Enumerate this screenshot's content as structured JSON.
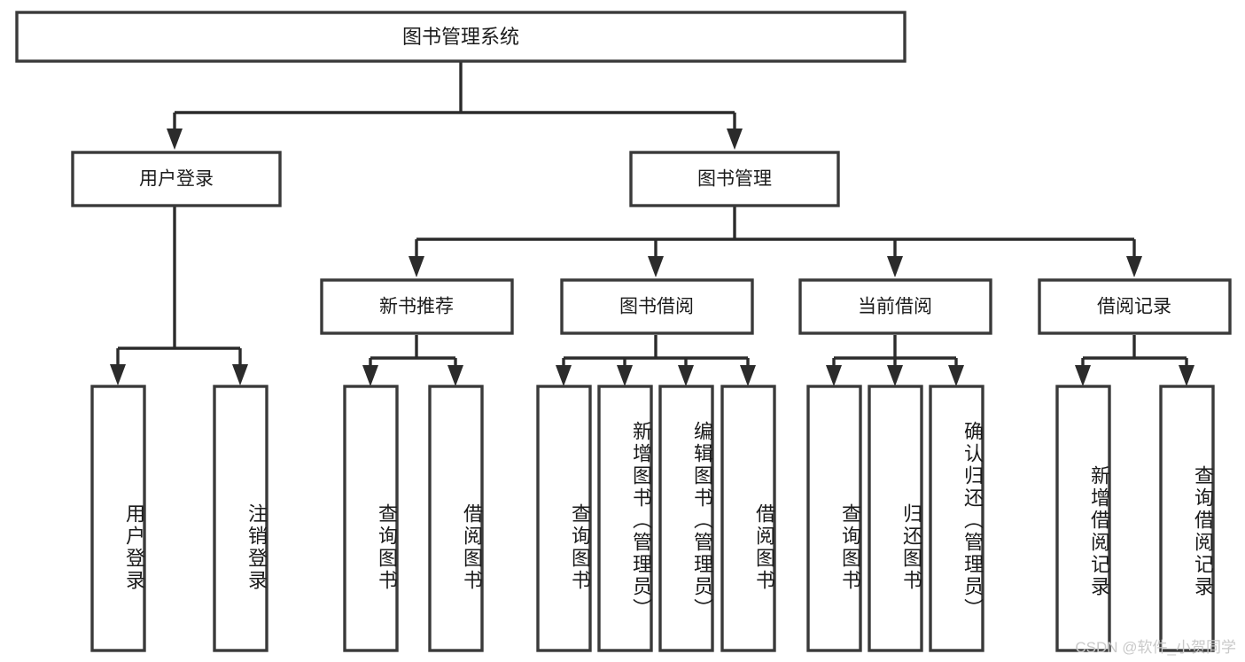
{
  "diagram": {
    "title": "图书管理系统",
    "type": "tree",
    "watermark": "CSDN @软件_小贺同学",
    "root": {
      "label": "图书管理系统"
    },
    "level2": [
      {
        "label": "用户登录"
      },
      {
        "label": "图书管理"
      }
    ],
    "level3": [
      {
        "label": "新书推荐"
      },
      {
        "label": "图书借阅"
      },
      {
        "label": "当前借阅"
      },
      {
        "label": "借阅记录"
      }
    ],
    "leaves": {
      "user_login": [
        {
          "label": "用户登录"
        },
        {
          "label": "注销登录"
        }
      ],
      "new_book_recommend": [
        {
          "label": "查询图书"
        },
        {
          "label": "借阅图书"
        }
      ],
      "book_borrow": [
        {
          "label": "查询图书"
        },
        {
          "label": "新增图书（管理员）"
        },
        {
          "label": "编辑图书（管理员）"
        },
        {
          "label": "借阅图书"
        }
      ],
      "current_borrow": [
        {
          "label": "查询图书"
        },
        {
          "label": "归还图书"
        },
        {
          "label": "确认归还（管理员）"
        }
      ],
      "borrow_record": [
        {
          "label": "新增借阅记录"
        },
        {
          "label": "查询借阅记录"
        }
      ]
    },
    "colors": {
      "box_stroke": "#3a3a3a",
      "connector": "#2b2b2b",
      "box_fill": "#ffffff",
      "text": "#1b1b1b",
      "watermark": "#c9c9c9"
    }
  }
}
